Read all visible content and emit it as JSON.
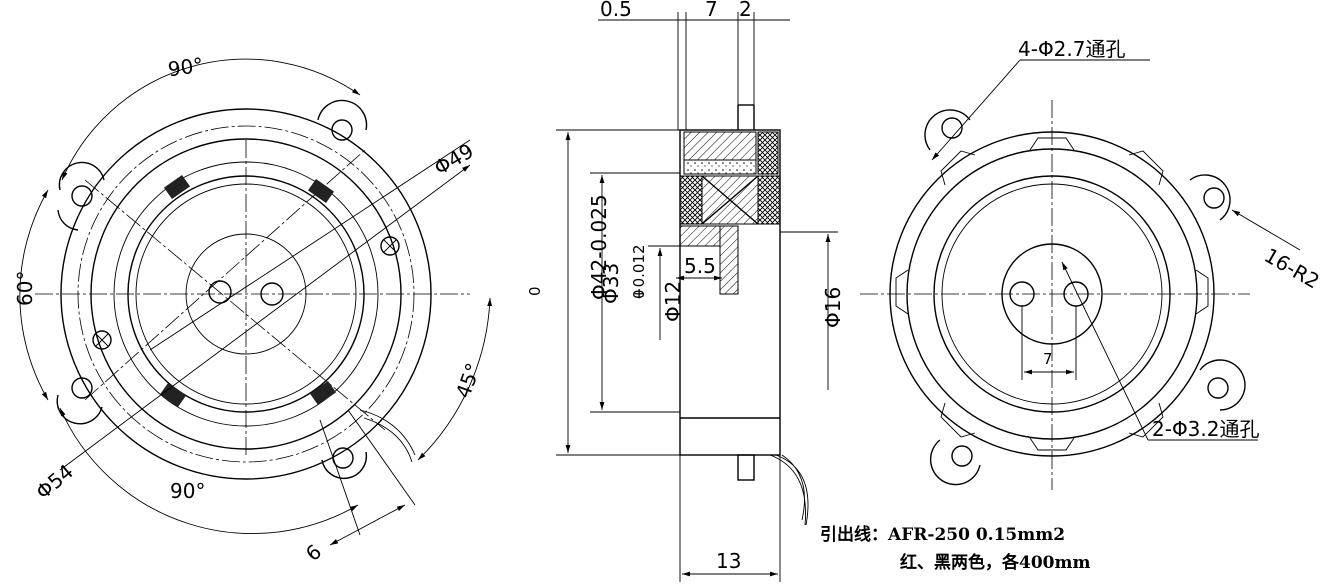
{
  "front_view": {
    "angle_top": "90°",
    "angle_bottom": "90°",
    "angle_left": "60°",
    "angle_right": "45°",
    "dia_outer": "Φ54",
    "dia_bolt": "Φ49",
    "slot_width": "6"
  },
  "section_view": {
    "dim_05": "0.5",
    "dim_7": "7",
    "dim_2": "2",
    "dia_42": "Φ42-0.025",
    "dia_42_upper": "0",
    "dia_33": "Φ33",
    "dia_12": "Φ12",
    "dia_12_upper": "+0.012",
    "dia_12_lower": "0",
    "dim_55": "5.5",
    "dia_16": "Φ16",
    "dim_13": "13"
  },
  "rear_view": {
    "holes_4": "4-Φ2.7通孔",
    "radius_16": "16-R2",
    "holes_2": "2-Φ3.2通孔",
    "dim_7": "7"
  },
  "note": {
    "line1": "引出线：AFR-250 0.15mm2",
    "line2": "红、黑两色，各400mm"
  }
}
